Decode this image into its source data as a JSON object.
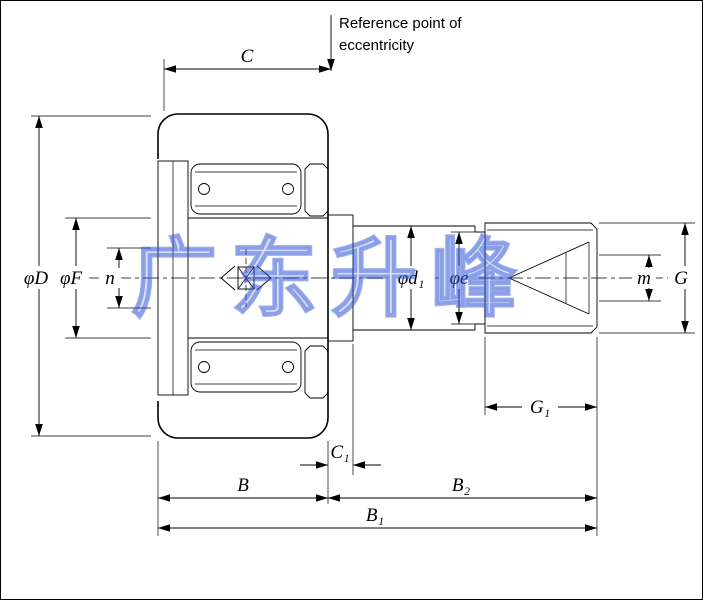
{
  "drawing": {
    "type": "cam-follower-bearing-cross-section",
    "annotation": {
      "line1": "Reference point of",
      "line2": "eccentricity"
    },
    "labels": {
      "C": "C",
      "phiD": "φD",
      "phiF": "φF",
      "n": "n",
      "phid1": "φd₁",
      "phie": "φe",
      "m": "m",
      "G": "G",
      "G1": "G₁",
      "C1": "C₁",
      "B": "B",
      "B2": "B₂",
      "B1": "B₁"
    },
    "watermark": "广东升峰",
    "colors": {
      "line": "#000000",
      "stipple_fill": "#e3e3e3",
      "watermark_blue": "#2f55d4"
    }
  }
}
